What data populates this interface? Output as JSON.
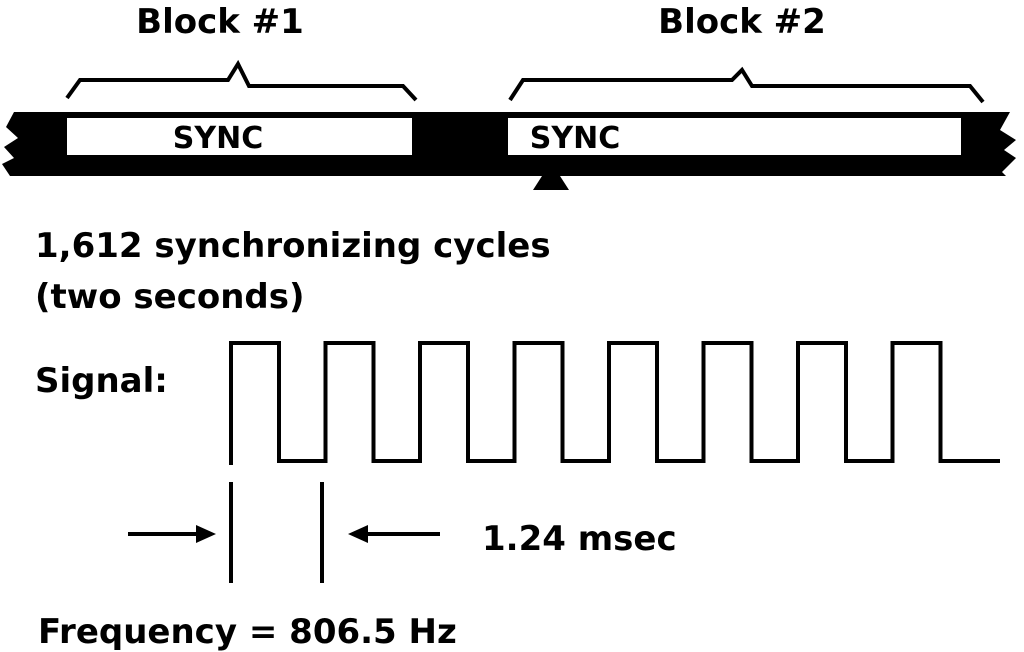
{
  "blocks": [
    {
      "title": "Block #1",
      "segment_label": "SYNC"
    },
    {
      "title": "Block #2",
      "segment_label": "SYNC"
    }
  ],
  "sync_info": {
    "line1": "1,612 synchronizing cycles",
    "line2": "(two seconds)"
  },
  "signal": {
    "label": "Signal:",
    "cycles_drawn": 8
  },
  "period": {
    "label": "1.24 msec"
  },
  "frequency": {
    "label": "Frequency = 806.5 Hz"
  }
}
